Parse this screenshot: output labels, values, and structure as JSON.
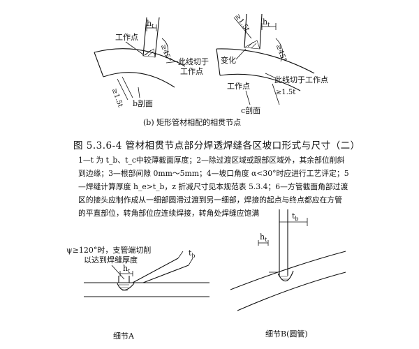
{
  "top": {
    "b_section": {
      "work_point": "工作点",
      "tangent_line_1": "此线切于",
      "tangent_line_2": "工作点",
      "dim_gap": "≥1.5t",
      "angle": "≥45°",
      "h_label": "h",
      "h_sub": "t",
      "section_label": "b剖面"
    },
    "c_section": {
      "change": "变化",
      "work_point": "工作点",
      "tangent_line": "此线切于工作点",
      "dim_top": "≥1.5t",
      "dim_bottom": "≥1.5t",
      "angle": "≥45°",
      "h_label": "h",
      "h_sub": "t",
      "section_label": "c剖面"
    },
    "caption": "(b) 矩形管材相配的相贯节点"
  },
  "figure_title": "图 5.3.6-4   管材相贯节点部分焊透焊缝各区坡口形式与尺寸（二）",
  "notes": "1—t 为 t_b、t_c中较薄截面厚度；2—除过渡区域或跟部区域外，其余部位削斜到边缘；3—根部间隙 0mm～5mm；4—坡口角度 α<30°时应进行工艺评定；5—焊缝计算厚度 h_e>t_b，z 折减尺寸见本规范表 5.3.4；6—方管截面角部过渡区的接头应制作成从一细部圆滑过渡到另一细部，焊接的起点与终点都应在方管的平直部位，转角部位应连续焊接，转角处焊缝应饱满",
  "bottom": {
    "detail_a": {
      "note_1": "ψ≥120°时，支管端切削",
      "note_2": "以达到焊缝厚度",
      "h_label": "h",
      "h_sub": "t",
      "t_label": "t",
      "t_sub": "b",
      "caption": "细节A"
    },
    "detail_b": {
      "h_label": "h",
      "h_sub": "t",
      "t_label": "t",
      "t_sub": "b",
      "caption": "细节B(圆管)"
    }
  }
}
